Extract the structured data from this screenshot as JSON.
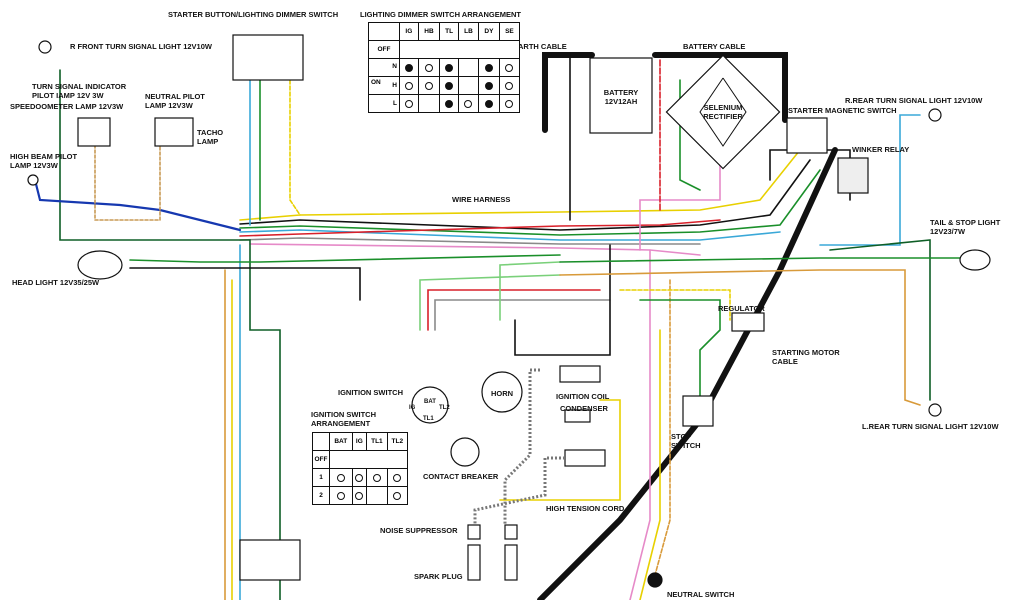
{
  "labels": {
    "starter_button": "STARTER BUTTON/LIGHTING DIMMER SWITCH",
    "lighting_dimmer_arrangement": "LIGHTING DIMMER SWITCH ARRANGEMENT",
    "r_front_turn": "R FRONT TURN SIGNAL LIGHT 12V10W",
    "turn_indicator": "TURN SIGNAL INDICATOR\nPILOT IAMP 12V 3W",
    "neutral_pilot": "NEUTRAL PILOT\nLAMP 12V3W",
    "speedometer": "SPEEDOOMETER LAMP 12V3W",
    "tacho": "TACHO\nLAMP",
    "high_beam": "HIGH BEAM PILOT\nLAMP 12V3W",
    "head_light": "HEAD LIGHT 12V35/25W",
    "earth_cable": "EARTH CABLE",
    "battery_cable": "BATTERY CABLE",
    "battery": "BATTERY\n12V12AH",
    "selenium": "SELENIUM\nRECTIFIER",
    "starter_magnetic": "STARTER MAGNETIC SWITCH",
    "r_rear_turn": "R.REAR TURN SIGNAL LIGHT 12V10W",
    "winker_relay": "WINKER RELAY",
    "wire_harness": "WIRE HARNESS",
    "tail_stop": "TAIL & STOP LIGHT\n12V23/7W",
    "regulator": "REGULATOR",
    "starting_motor": "STARTING MOTOR\nCABLE",
    "l_rear_turn": "L.REAR TURN SIGNAL LIGHT 12V10W",
    "ignition_switch": "IGNITION SWITCH",
    "horn": "HORN",
    "ignition_coil": "IGNITION COIL",
    "condenser": "CONDENSER",
    "ignition_arrangement": "IGNITION SWITCH\nARRANGEMENT",
    "contact_breaker": "CONTACT BREAKER",
    "stop_switch": "STOP\nSWITCH",
    "high_tension": "HIGH TENSION CORD",
    "noise_suppressor": "NOISE SUPPRESSOR",
    "spark_plug": "SPARK PLUG",
    "neutral_switch": "NEUTRAL SWITCH"
  },
  "ignition_terminals": {
    "ig": "IG",
    "bat": "BAT",
    "tl1": "TL1",
    "tl2": "TL2"
  },
  "dimmer_table": {
    "headers": [
      "IG",
      "HB",
      "TL",
      "LB",
      "DY",
      "SE"
    ],
    "off": "OFF",
    "on": "ON",
    "rows": [
      "N",
      "H",
      "L"
    ]
  },
  "ignition_table": {
    "headers": [
      "BAT",
      "IG",
      "TL1",
      "TL2"
    ],
    "rows": [
      "OFF",
      "1",
      "2"
    ]
  },
  "colors": {
    "black": "#111111",
    "yellow": "#e8d000",
    "red": "#d8202a",
    "green": "#1a8f2a",
    "dark_green": "#0e5e26",
    "blue": "#1638b0",
    "light_blue": "#3aa8d8",
    "orange": "#d89a3a",
    "pink": "#e68ac8",
    "gray": "#8a8a8a",
    "light_green": "#7ad07a"
  }
}
